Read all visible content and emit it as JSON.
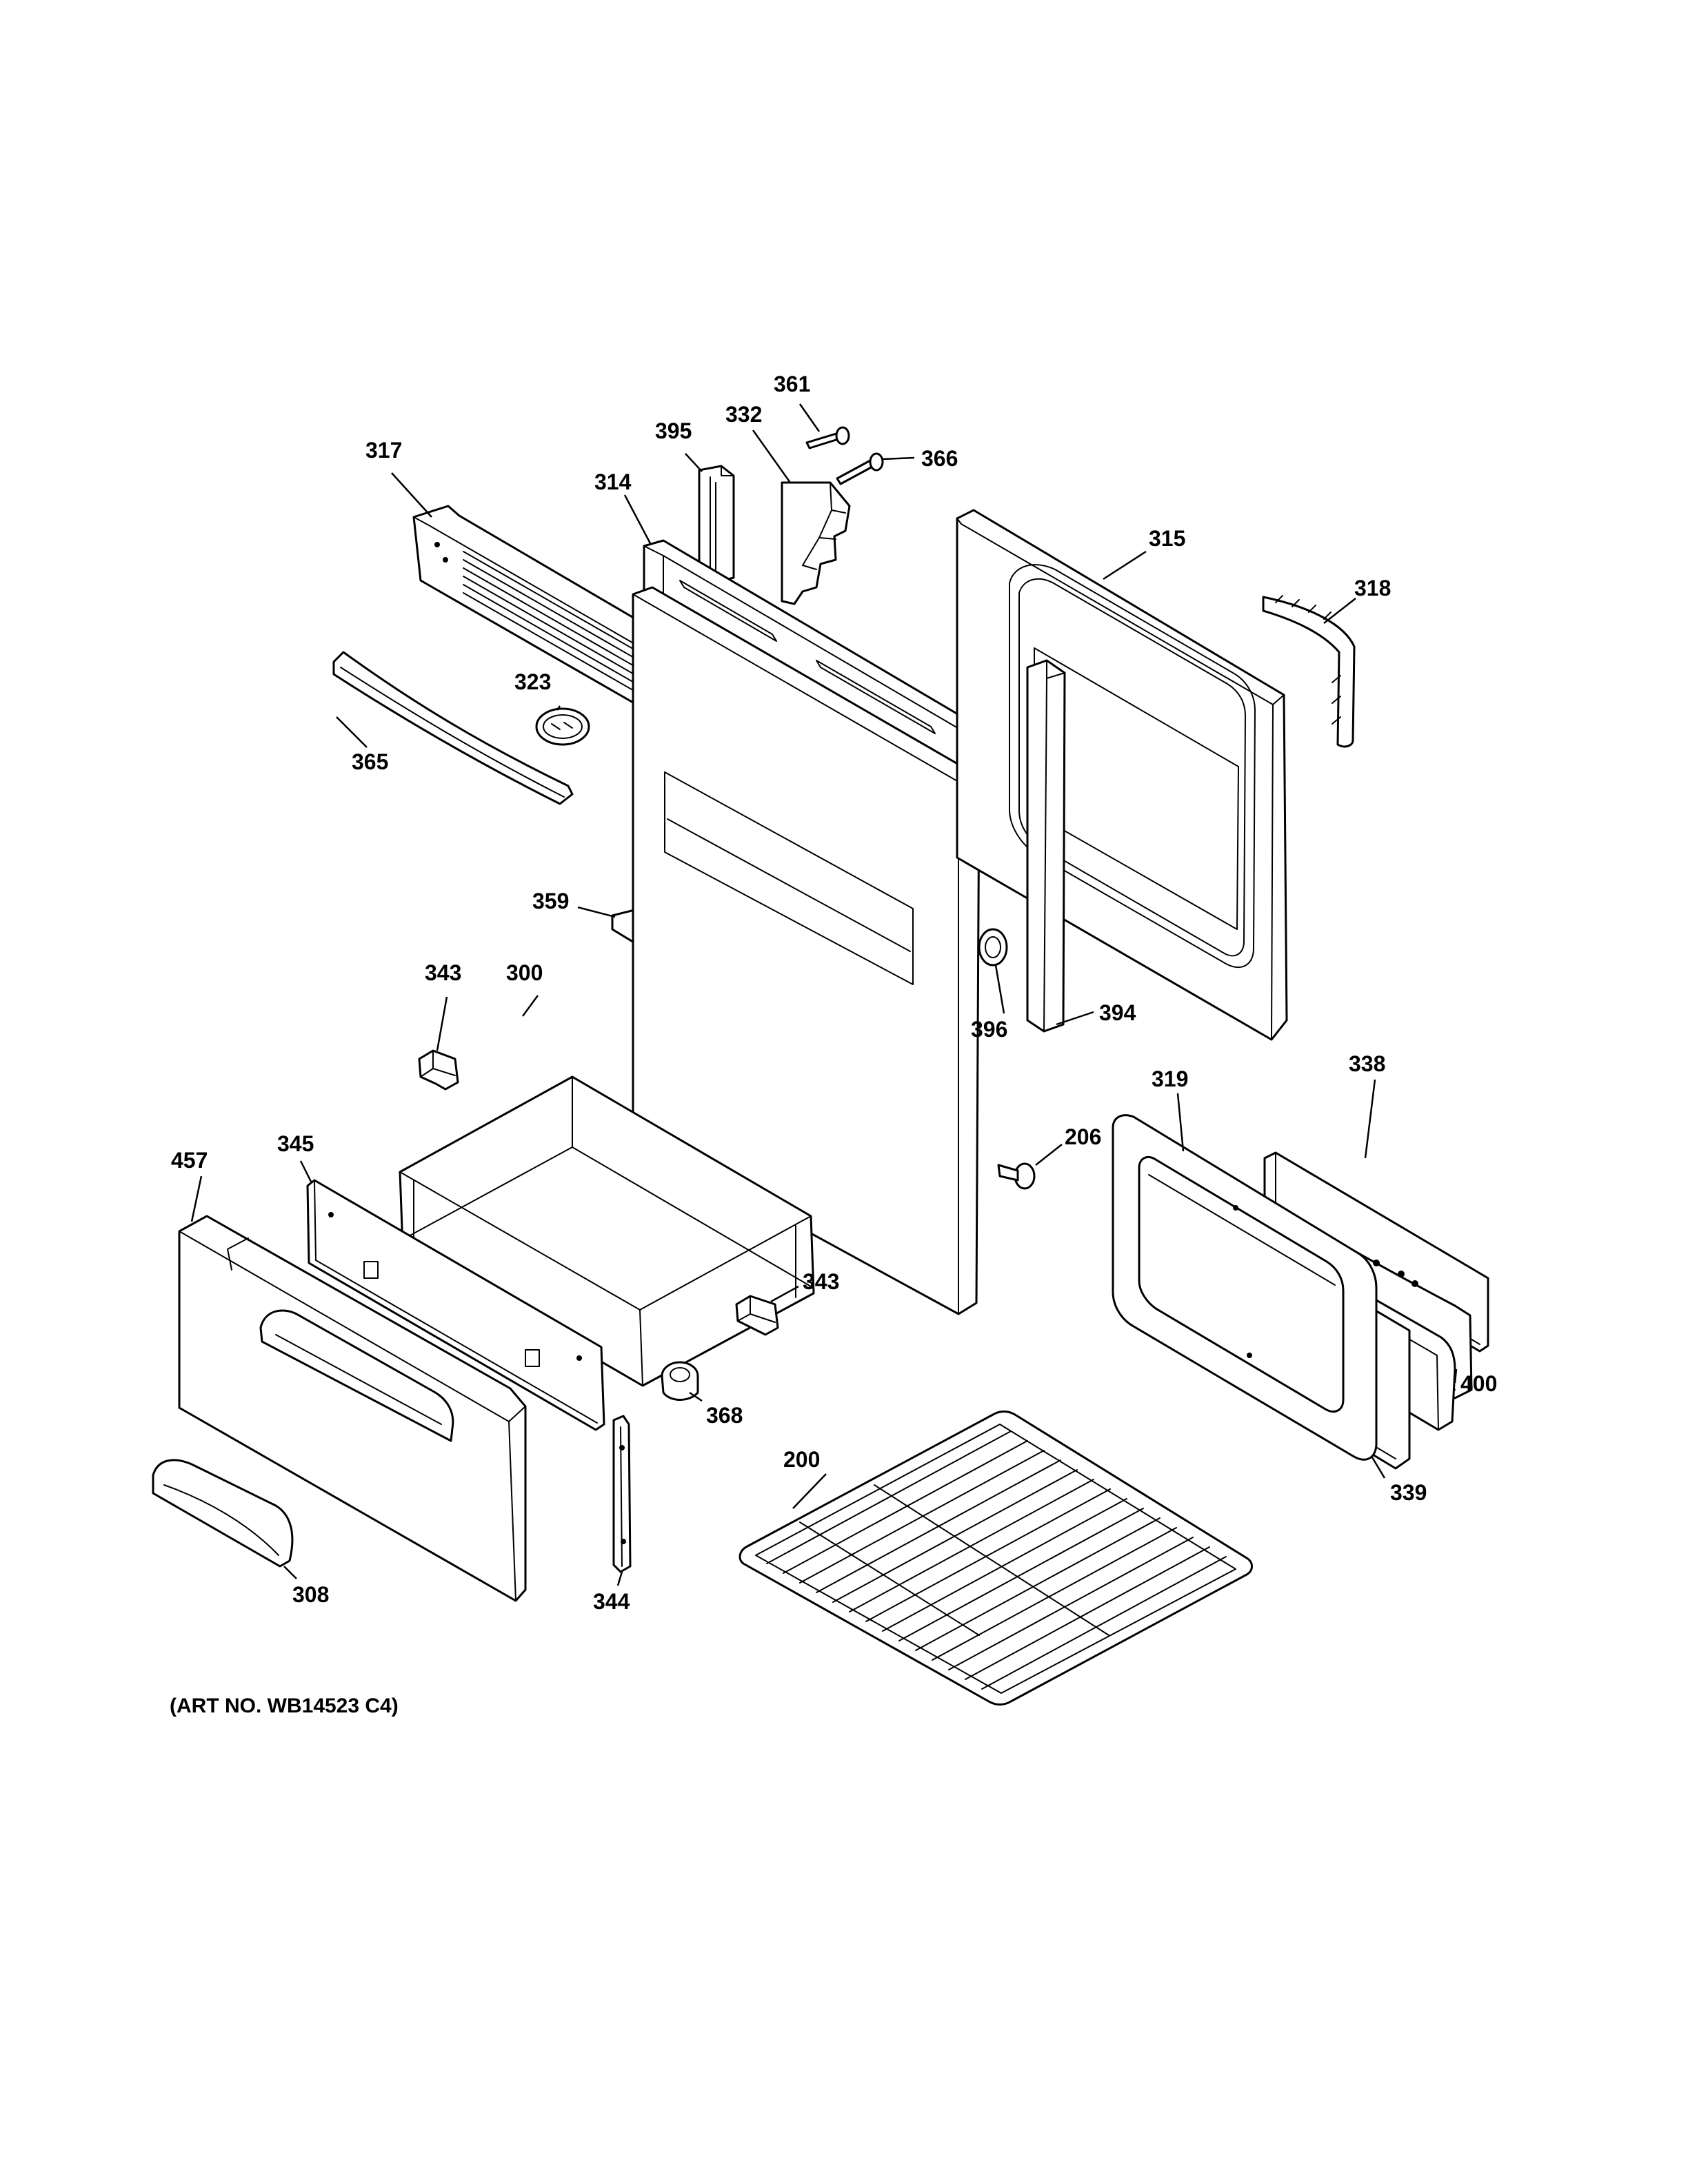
{
  "callouts": {
    "p361": "361",
    "p395": "395",
    "p332": "332",
    "p366": "366",
    "p317": "317",
    "p314": "314",
    "p315": "315",
    "p318": "318",
    "p323": "323",
    "p365": "365",
    "p359": "359",
    "p343a": "343",
    "p300": "300",
    "p396": "396",
    "p394": "394",
    "p319": "319",
    "p338": "338",
    "p206": "206",
    "p457": "457",
    "p345": "345",
    "p343b": "343",
    "p368": "368",
    "p400": "400",
    "p200": "200",
    "p339": "339",
    "p308": "308",
    "p344": "344"
  },
  "art_number": "(ART NO. WB14523 C4)"
}
